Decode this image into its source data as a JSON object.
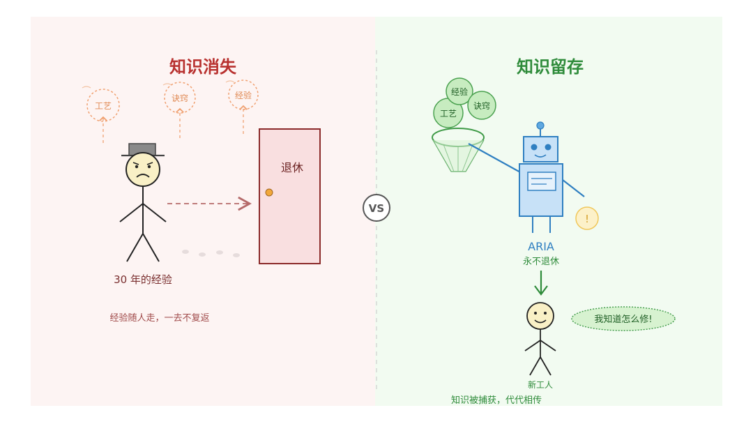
{
  "left": {
    "title": "知识消失",
    "bubbles": [
      "工艺",
      "诀窍",
      "经验"
    ],
    "door_label": "退休",
    "person_label": "30 年的经验",
    "caption": "经验随人走，一去不复返"
  },
  "vs": "VS",
  "right": {
    "title": "知识留存",
    "bubbles": [
      "工艺",
      "经验",
      "诀窍"
    ],
    "robot_name": "ARIA",
    "robot_tagline": "永不退休",
    "alert": "!",
    "speech": "我知道怎么修!",
    "newcomer_label": "新工人",
    "caption": "知识被捕获，代代相传"
  },
  "colors": {
    "left_panel": "#fdf4f3",
    "right_panel": "#f2fbf1",
    "loss_red": "#b8312f",
    "keep_green": "#2e8b3a",
    "robot_blue": "#2f7fc1"
  }
}
